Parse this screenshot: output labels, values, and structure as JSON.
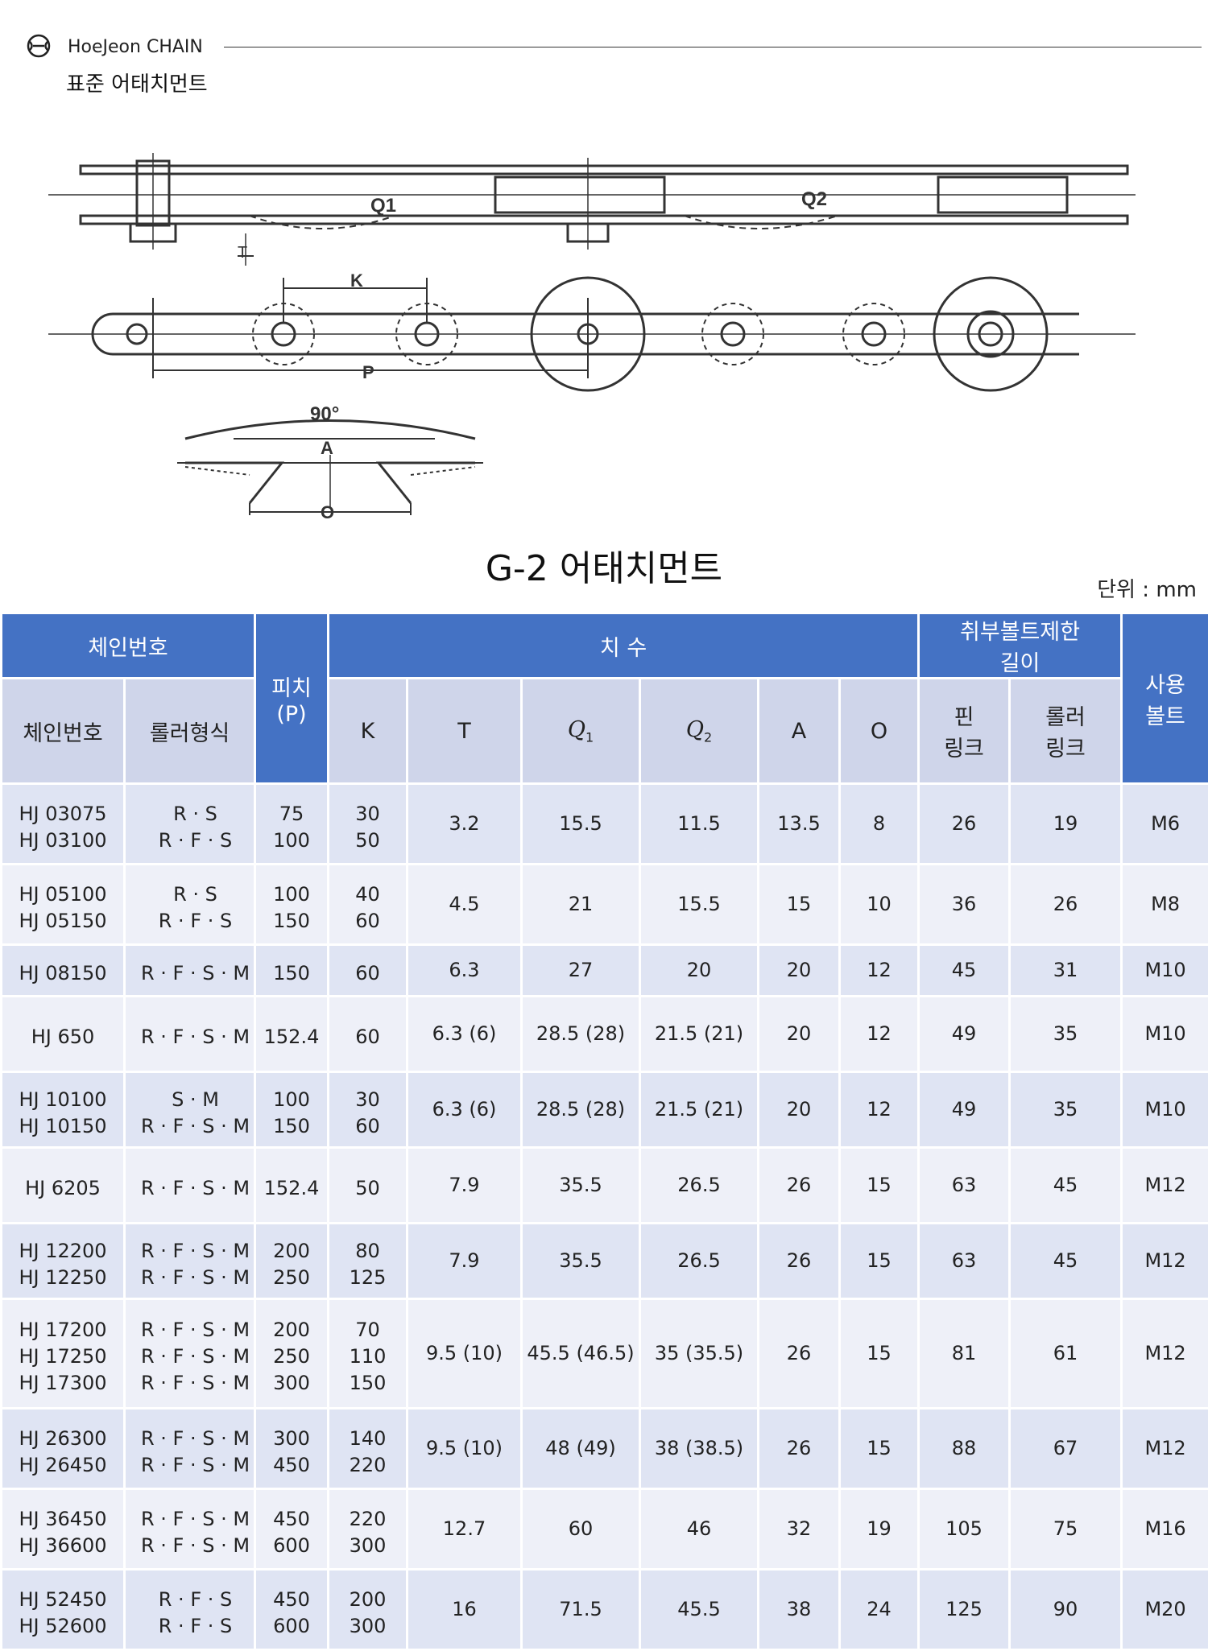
{
  "header": {
    "brand": "HoeJeon CHAIN",
    "subtitle": "표준 어태치먼트"
  },
  "diagram": {
    "labels": {
      "q1": "Q1",
      "q2": "Q2",
      "t": "T",
      "k": "K",
      "p": "P",
      "angle": "90°",
      "a": "A",
      "o": "O"
    }
  },
  "table_title": "G-2 어태치먼트",
  "unit": "단위 : mm",
  "table": {
    "headers": {
      "chain_group": "체인번호",
      "pitch": "피치",
      "pitch_sym": "(P)",
      "dims": "치 수",
      "bolt_limit_1": "취부볼트제한",
      "bolt_limit_2": "길이",
      "bolt_1": "사용",
      "bolt_2": "볼트",
      "chain_no": "체인번호",
      "roller_type": "롤러형식",
      "k": "K",
      "t": "T",
      "q1": "Q",
      "q1_sub": "1",
      "q2": "Q",
      "q2_sub": "2",
      "a": "A",
      "o": "O",
      "pin_1": "핀",
      "pin_2": "링크",
      "roller_1": "롤러",
      "roller_2": "링크"
    },
    "rows": [
      {
        "chain": [
          "HJ 03075",
          "HJ 03100"
        ],
        "roller": [
          "R · S",
          "R · F · S"
        ],
        "pitch": [
          "75",
          "100"
        ],
        "k": [
          "30",
          "50"
        ],
        "t": "3.2",
        "q1": "15.5",
        "q2": "11.5",
        "a": "13.5",
        "o": "8",
        "pin": "26",
        "rl": "19",
        "bolt": "M6"
      },
      {
        "chain": [
          "HJ 05100",
          "HJ 05150"
        ],
        "roller": [
          "R · S",
          "R · F · S"
        ],
        "pitch": [
          "100",
          "150"
        ],
        "k": [
          "40",
          "60"
        ],
        "t": "4.5",
        "q1": "21",
        "q2": "15.5",
        "a": "15",
        "o": "10",
        "pin": "36",
        "rl": "26",
        "bolt": "M8"
      },
      {
        "chain": [
          "HJ 08150"
        ],
        "roller": [
          "R · F · S · M"
        ],
        "pitch": [
          "150"
        ],
        "k": [
          "60"
        ],
        "t": "6.3",
        "q1": "27",
        "q2": "20",
        "a": "20",
        "o": "12",
        "pin": "45",
        "rl": "31",
        "bolt": "M10"
      },
      {
        "chain": [
          "HJ 650"
        ],
        "roller": [
          "R · F · S · M"
        ],
        "pitch": [
          "152.4"
        ],
        "k": [
          "60"
        ],
        "t": "6.3 (6)",
        "q1": "28.5 (28)",
        "q2": "21.5 (21)",
        "a": "20",
        "o": "12",
        "pin": "49",
        "rl": "35",
        "bolt": "M10"
      },
      {
        "chain": [
          "HJ 10100",
          "HJ 10150"
        ],
        "roller": [
          "S · M",
          "R · F · S · M"
        ],
        "pitch": [
          "100",
          "150"
        ],
        "k": [
          "30",
          "60"
        ],
        "t": "6.3 (6)",
        "q1": "28.5 (28)",
        "q2": "21.5 (21)",
        "a": "20",
        "o": "12",
        "pin": "49",
        "rl": "35",
        "bolt": "M10"
      },
      {
        "chain": [
          "HJ 6205"
        ],
        "roller": [
          "R · F · S · M"
        ],
        "pitch": [
          "152.4"
        ],
        "k": [
          "50"
        ],
        "t": "7.9",
        "q1": "35.5",
        "q2": "26.5",
        "a": "26",
        "o": "15",
        "pin": "63",
        "rl": "45",
        "bolt": "M12"
      },
      {
        "chain": [
          "HJ 12200",
          "HJ 12250"
        ],
        "roller": [
          "R · F · S · M",
          "R · F · S · M"
        ],
        "pitch": [
          "200",
          "250"
        ],
        "k": [
          "80",
          "125"
        ],
        "t": "7.9",
        "q1": "35.5",
        "q2": "26.5",
        "a": "26",
        "o": "15",
        "pin": "63",
        "rl": "45",
        "bolt": "M12"
      },
      {
        "chain": [
          "HJ 17200",
          "HJ 17250",
          "HJ 17300"
        ],
        "roller": [
          "R · F · S · M",
          "R · F · S · M",
          "R · F · S · M"
        ],
        "pitch": [
          "200",
          "250",
          "300"
        ],
        "k": [
          "70",
          "110",
          "150"
        ],
        "t": "9.5 (10)",
        "q1": "45.5 (46.5)",
        "q2": "35 (35.5)",
        "a": "26",
        "o": "15",
        "pin": "81",
        "rl": "61",
        "bolt": "M12"
      },
      {
        "chain": [
          "HJ 26300",
          "HJ 26450"
        ],
        "roller": [
          "R · F · S · M",
          "R · F · S · M"
        ],
        "pitch": [
          "300",
          "450"
        ],
        "k": [
          "140",
          "220"
        ],
        "t": "9.5 (10)",
        "q1": "48 (49)",
        "q2": "38 (38.5)",
        "a": "26",
        "o": "15",
        "pin": "88",
        "rl": "67",
        "bolt": "M12"
      },
      {
        "chain": [
          "HJ 36450",
          "HJ 36600"
        ],
        "roller": [
          "R · F · S · M",
          "R · F · S · M"
        ],
        "pitch": [
          "450",
          "600"
        ],
        "k": [
          "220",
          "300"
        ],
        "t": "12.7",
        "q1": "60",
        "q2": "46",
        "a": "32",
        "o": "19",
        "pin": "105",
        "rl": "75",
        "bolt": "M16"
      },
      {
        "chain": [
          "HJ 52450",
          "HJ 52600"
        ],
        "roller": [
          "R · F · S",
          "R · F · S"
        ],
        "pitch": [
          "450",
          "600"
        ],
        "k": [
          "200",
          "300"
        ],
        "t": "16",
        "q1": "71.5",
        "q2": "45.5",
        "a": "38",
        "o": "24",
        "pin": "125",
        "rl": "90",
        "bolt": "M20"
      }
    ]
  }
}
